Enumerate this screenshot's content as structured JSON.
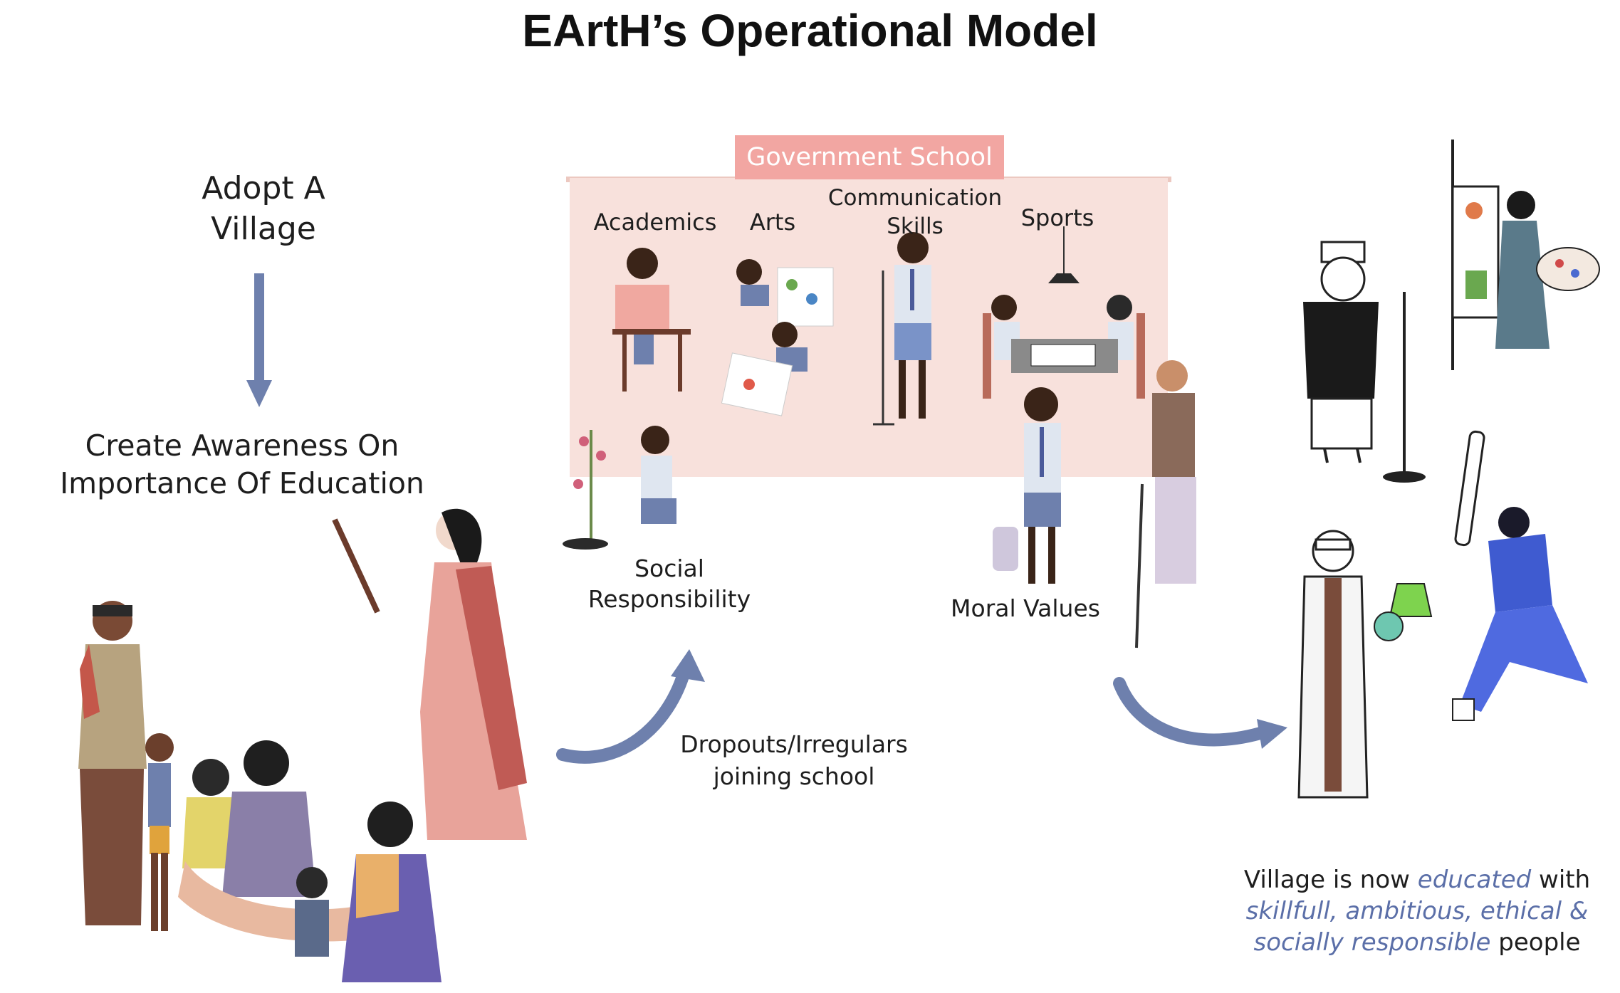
{
  "title": "EArtH’s Operational Model",
  "steps": {
    "adopt_line1": "Adopt A",
    "adopt_line2": "Village",
    "awareness_line1": "Create Awareness On",
    "awareness_line2": "Importance Of Education",
    "dropouts_line1": "Dropouts/Irregulars",
    "dropouts_line2": "joining school"
  },
  "school": {
    "label": "Government School",
    "categories": {
      "academics": "Academics",
      "arts": "Arts",
      "communication_line1": "Communication",
      "communication_line2": "Skills",
      "sports": "Sports",
      "social_line1": "Social",
      "social_line2": "Responsibility",
      "moral": "Moral Values"
    }
  },
  "outcome": {
    "part1": "Village is now ",
    "part2": "educated",
    "part3": " with",
    "part4": "skillfull, ambitious, ethical &",
    "part5": "socially responsible",
    "part6": " people"
  },
  "colors": {
    "arrow": "#6e80ad",
    "school_tag": "#f2a6a2",
    "board": "#f8e1dc",
    "emphasis": "#5b6fa8"
  }
}
